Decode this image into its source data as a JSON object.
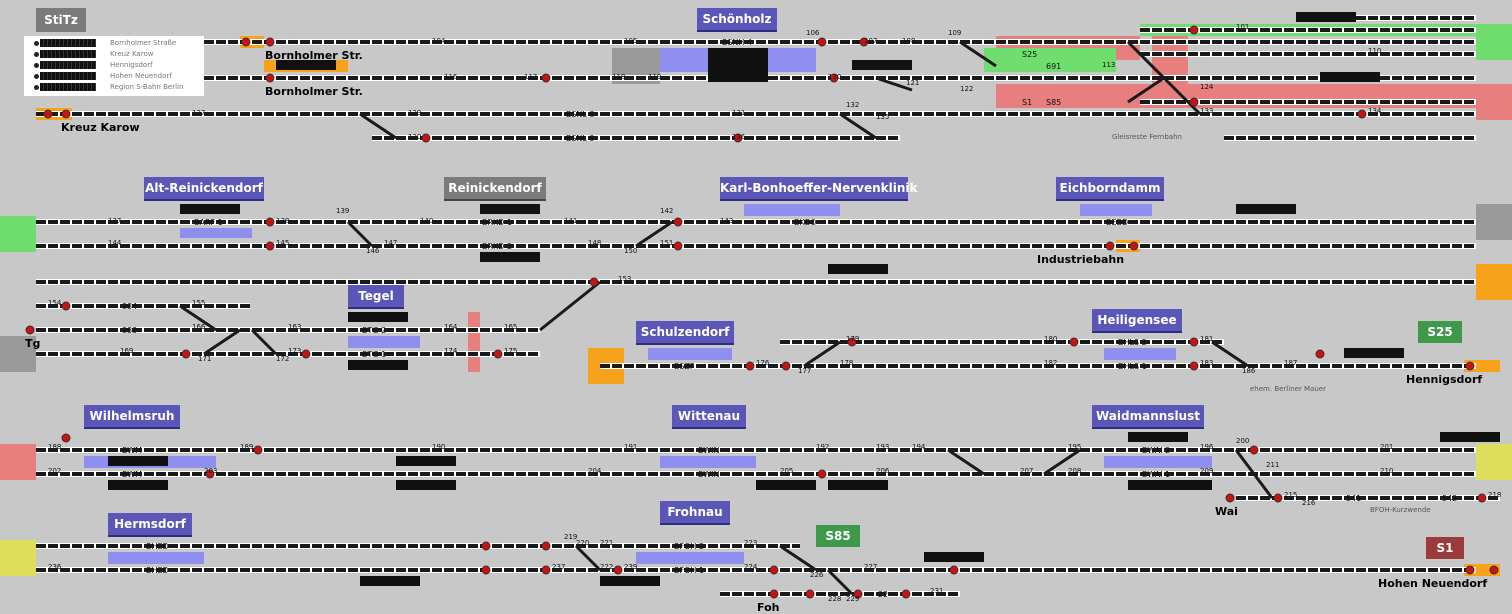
{
  "header": {
    "stitz_label": "StiTz"
  },
  "legend": [
    "Bornholmer Straße",
    "Kreuz Karow",
    "Hennigsdorf",
    "Hohen Neuendorf",
    "Region S-Bahn Berlin"
  ],
  "stations": [
    {
      "id": "schoenholz",
      "label": "Schönholz"
    },
    {
      "id": "alt-reinickendorf",
      "label": "Alt-Reinickendorf"
    },
    {
      "id": "reinickendorf",
      "label": "Reinickendorf",
      "gray": true
    },
    {
      "id": "kbnk",
      "label": "Karl-Bonhoeffer-Nervenklinik"
    },
    {
      "id": "eichborndamm",
      "label": "Eichborndamm"
    },
    {
      "id": "tegel",
      "label": "Tegel"
    },
    {
      "id": "schulzendorf",
      "label": "Schulzendorf"
    },
    {
      "id": "heiligensee",
      "label": "Heiligensee"
    },
    {
      "id": "wilhelmsruh",
      "label": "Wilhelmsruh"
    },
    {
      "id": "wittenau",
      "label": "Wittenau"
    },
    {
      "id": "waidmannslust",
      "label": "Waidmannslust"
    },
    {
      "id": "hermsdorf",
      "label": "Hermsdorf"
    },
    {
      "id": "frohnau",
      "label": "Frohnau"
    }
  ],
  "badges": {
    "s25": "S25",
    "s85": "S85",
    "s1": "S1"
  },
  "places": {
    "bornholmer1": "Bornholmer Str.",
    "bornholmer2": "Bornholmer Str.",
    "kreuz_karow": "Kreuz Karow",
    "industriebahn": "Industriebahn",
    "tg": "Tg",
    "hennigsdorf": "Hennigsdorf",
    "wai": "Wai",
    "hohen_neuendorf": "Hohen Neuendorf",
    "foh": "Foh"
  },
  "notes": {
    "gleisreste": "Gleisreste Fernbahn",
    "mauer": "ehem. Berliner Mauer",
    "bfoh_kurzwende": "BFOH-Kurzwende",
    "s25_line": "S25",
    "s1_line": "S1",
    "s85_line": "S85"
  },
  "tracks": {
    "bsnh4": "BSNH 4",
    "bsnh3": "BSNH 3",
    "bsnl8": "BSNL 8",
    "bsnl9": "BSNL 9",
    "barf1": "BARF 1",
    "brkd1": "BRKD 1",
    "brkd2": "BRKD 2",
    "bkbo": "BKBO",
    "bebd": "BEBD",
    "btg2": "BTG 2",
    "btg1": "BTG 1",
    "bszf": "BSZF",
    "bhls2": "BHLS 2",
    "bhls1": "BHLS 1",
    "bwm1": "BWM",
    "bwm2": "BWM",
    "bwin1": "BWIN",
    "bwin2": "BWIN",
    "bwai2": "BWAI 2",
    "bwai1": "BWAI 1",
    "bhed1": "BHED",
    "bhed2": "BHED",
    "bfoh2": "BFOH 2",
    "bfoh1": "BFOH 1",
    "n691": "691",
    "n334": "334",
    "n333": "333",
    "n541": "541",
    "n542": "542",
    "n22": "22"
  },
  "signal_numbers": [
    "104",
    "105",
    "106",
    "107",
    "108",
    "109",
    "116",
    "117",
    "118",
    "119",
    "120",
    "121",
    "122",
    "113",
    "101",
    "110",
    "124",
    "133",
    "134",
    "127",
    "129",
    "130",
    "131",
    "132",
    "135",
    "136",
    "137",
    "138",
    "139",
    "140",
    "141",
    "142",
    "143",
    "144",
    "145",
    "146",
    "147",
    "148",
    "150",
    "151",
    "153",
    "154",
    "155",
    "163",
    "164",
    "165",
    "166",
    "169",
    "171",
    "172",
    "173",
    "174",
    "175",
    "176",
    "177",
    "178",
    "179",
    "180",
    "181",
    "182",
    "183",
    "186",
    "187",
    "188",
    "189",
    "190",
    "191",
    "192",
    "193",
    "194",
    "195",
    "196",
    "200",
    "201",
    "202",
    "203",
    "204",
    "205",
    "206",
    "207",
    "208",
    "209",
    "210",
    "211",
    "215",
    "216",
    "218",
    "219",
    "220",
    "221",
    "222",
    "223",
    "224",
    "226",
    "227",
    "228",
    "229",
    "231",
    "236",
    "237",
    "239"
  ],
  "colors": {
    "background": "#c8c8c8",
    "station": "#5a57b8",
    "track": "#1a1a1a",
    "signal": "#d01010",
    "green_zone": "#6fde6f",
    "red_zone": "#e77f7f",
    "orange_zone": "#f7a21b",
    "yellow_zone": "#dede5a",
    "gray_zone": "#9a9a9a"
  }
}
